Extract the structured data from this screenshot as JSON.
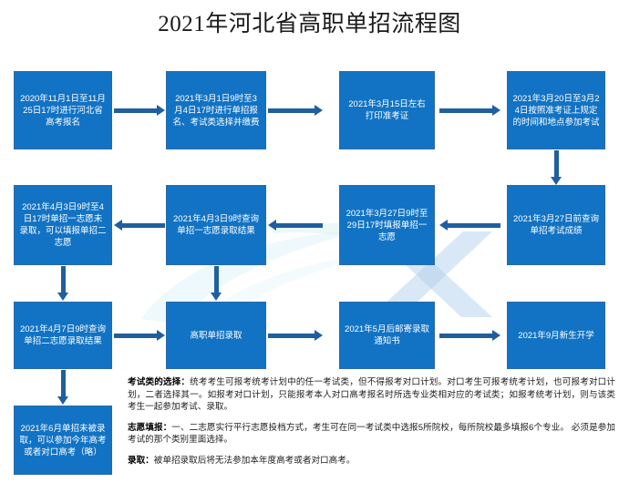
{
  "page": {
    "title": "2021年河北省高职单招流程图"
  },
  "flow": {
    "nodes": [
      {
        "id": "n1",
        "name": "step-gaokao-registration",
        "text": "2020年11月1日至11月25日17时进行河北省高考报名"
      },
      {
        "id": "n2",
        "name": "step-danzhao-registration-payment",
        "text": "2021年3月1日9时至3月4日17时进行单招报名、考试类选择并缴费"
      },
      {
        "id": "n3",
        "name": "step-print-admission-ticket",
        "text": "2021年3月15日左右打印准考证"
      },
      {
        "id": "n4",
        "name": "step-attend-exam",
        "text": "2021年3月20日至3月24日按照准考证上规定的时间和地点参加考试"
      },
      {
        "id": "n5",
        "name": "step-fill-second-choice",
        "text": "2021年4月3日9时至4日17时单招一志愿未录取，可以填报单招二志愿"
      },
      {
        "id": "n6",
        "name": "step-check-first-choice-result",
        "text": "2021年4月3日9时查询单招一志愿录取结果"
      },
      {
        "id": "n7",
        "name": "step-fill-first-choice",
        "text": "2021年3月27日9时至29日17时填报单招一志愿"
      },
      {
        "id": "n8",
        "name": "step-check-exam-score",
        "text": "2021年3月27日前查询单招考试成绩"
      },
      {
        "id": "n9",
        "name": "step-check-second-choice-result",
        "text": "2021年4月7日9时查询单招二志愿录取结果"
      },
      {
        "id": "n10",
        "name": "step-danzhao-admission",
        "text": "高职单招录取"
      },
      {
        "id": "n11",
        "name": "step-mail-admission-letter",
        "text": "2021年5月后邮寄录取通知书"
      },
      {
        "id": "n12",
        "name": "step-new-student-enrollment",
        "text": "2021年9月新生开学"
      },
      {
        "id": "n13",
        "name": "step-not-admitted-fallback",
        "text": "2021年6月单招未被录取，可以参加今年高考或者对口高考（略）"
      }
    ]
  },
  "notes": [
    {
      "name": "note-exam-type-selection",
      "label": "考试类的选择：",
      "body": "统考考生可报考统考计划中的任一考试类，但不得报考对口计划。对口考生可报考统考计划，也可报考对口计划，二者选择其一。如报考对口计划，只能报考本人对口高考报名时所选专业类相对应的考试类；如报考统考计划，则与该类考生一起参加考试、录取。"
    },
    {
      "name": "note-application-filling",
      "label": "志愿填报：",
      "body": "一、二志愿实行平行志愿投档方式，考生可在同一考试类中选报5所院校，每所院校最多填报6个专业。 必须是参加考试的那个类别里面选择。"
    },
    {
      "name": "note-admission",
      "label": "录取：",
      "body": "被单招录取后将无法参加本年度高考或者对口高考。"
    }
  ],
  "colors": {
    "node_fill": "#1273c4",
    "node_border": "#2a6aa8",
    "arrow": "#1f5f9e",
    "title_text": "#1a1a1a",
    "node_text": "#ffffff",
    "background": "#ffffff"
  }
}
